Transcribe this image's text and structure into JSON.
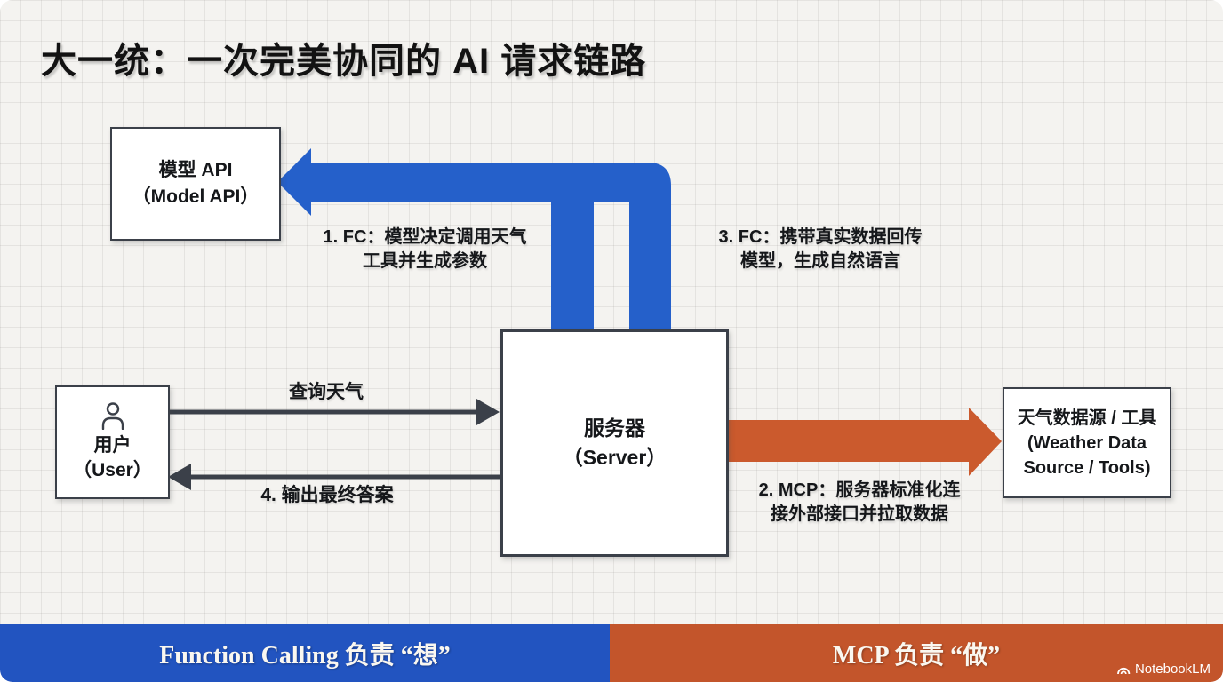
{
  "title": "大一统：一次完美协同的 AI 请求链路",
  "colors": {
    "flow_blue": "#2560ca",
    "flow_orange": "#cb5a2d",
    "dark_stroke": "#3b4049",
    "footer_blue": "#2254c0",
    "footer_orange": "#c3552b"
  },
  "nodes": {
    "model_api": {
      "line1": "模型 API",
      "line2": "（Model API）"
    },
    "user": {
      "line1": "用户",
      "line2": "（User）"
    },
    "server": {
      "line1": "服务器",
      "line2": "（Server）"
    },
    "weather": {
      "line1": "天气数据源 / 工具",
      "line2": "(Weather Data",
      "line3": "Source / Tools)"
    }
  },
  "edges": {
    "fc1": {
      "line1": "1. FC：模型决定调用天气",
      "line2": "工具并生成参数"
    },
    "fc3": {
      "line1": "3. FC：携带真实数据回传",
      "line2": "模型，生成自然语言"
    },
    "mcp2": {
      "line1": "2. MCP：服务器标准化连",
      "line2": "接外部接口并拉取数据"
    },
    "query": "查询天气",
    "answer": "4. 输出最终答案"
  },
  "footer": {
    "left": "Function Calling 负责 “想”",
    "right": "MCP 负责 “做”",
    "watermark": "NotebookLM"
  }
}
